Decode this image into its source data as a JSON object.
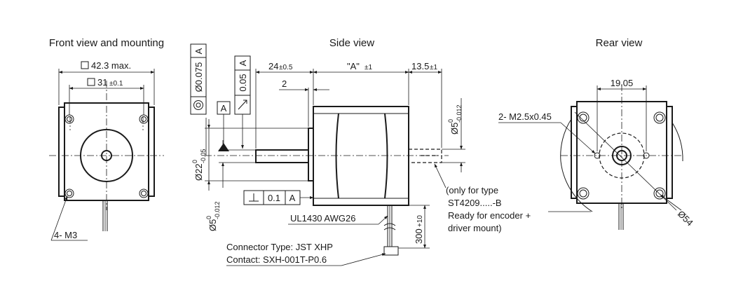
{
  "colors": {
    "ink": "#1a1a1a",
    "background": "#ffffff"
  },
  "front": {
    "title": "Front view and mounting",
    "dim_outer_sym": "□",
    "dim_outer": "42.3 max.",
    "dim_hole_sym": "□",
    "dim_hole": "31",
    "dim_hole_tol": "±0.1",
    "screw_label": "4- M3"
  },
  "side": {
    "title": "Side view",
    "dim_shaft_len": "24",
    "dim_shaft_len_tol": "±0.5",
    "dim_body_len": "\"A\"",
    "dim_body_len_tol": "±1",
    "dim_rear_shaft": "13.5",
    "dim_rear_shaft_tol": "±1",
    "dim_flange": "2",
    "dim_pilot_dia": "Ø22",
    "dim_pilot_up": "0",
    "dim_pilot_lo": "-0.05",
    "dim_shaft_dia": "Ø5",
    "dim_shaft_up": "0",
    "dim_shaft_lo": "-0.012",
    "dim_rear_dia": "Ø5",
    "dim_rear_up": "0",
    "dim_rear_lo": "-0.012",
    "gdt_concentric_sym": "◎",
    "gdt_concentric_tol": "Ø0.075",
    "gdt_concentric_ref": "A",
    "gdt_runout_sym": "↗",
    "gdt_runout_tol": "0.05",
    "gdt_runout_ref": "A",
    "datum_label": "A",
    "gdt_perp_sym": "⊥",
    "gdt_perp_tol": "0.1",
    "gdt_perp_ref": "A",
    "cable_label": "UL1430 AWG26",
    "cable_len": "300",
    "cable_len_tol": "+10",
    "connector_type": "Connector Type: JST XHP",
    "contact": "Contact: SXH-001T-P0.6",
    "note_lines": [
      "(only for type",
      "ST4209.....-B",
      "Ready for encoder +",
      "driver mount)"
    ]
  },
  "rear": {
    "title": "Rear view",
    "dim_holes": "19.05",
    "thread_label": "2- M2.5x0.45",
    "dim_circle": "Ø54"
  }
}
